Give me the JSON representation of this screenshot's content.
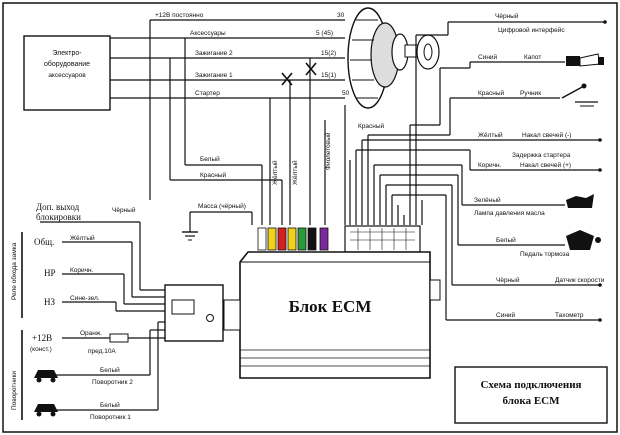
{
  "top": {
    "plus12": "+12В постоянно",
    "accessories": "Аксессуары",
    "ign2": "Зажигание 2",
    "ign1": "Зажигание 1",
    "starter": "Стартер",
    "pin30": "30",
    "pin45": "5 (45)",
    "pin15_2": "15(2)",
    "pin15_1": "15(1)",
    "pin50": "50"
  },
  "electro": {
    "line1": "Электро-",
    "line2": "оборудование",
    "line3": "аксессуаров"
  },
  "vertical": {
    "yellow1": "Жёлтый",
    "yellow2": "Жёлтый",
    "violet": "Фиолетовый",
    "red": "Красный"
  },
  "mid": {
    "white": "Белый",
    "red": "Красный",
    "ground": "Масса (чёрный)"
  },
  "right": {
    "black_digital": "Чёрный",
    "digital_iface": "Цифровой интерфейс",
    "blue1": "Синий",
    "hood": "Капот",
    "red_hand": "Красный",
    "handbrake": "Ручник",
    "yellow_cand": "Жёлтый",
    "candles_minus": "Накал свечей (-)",
    "starter_delay": "Задержка стартера",
    "brown": "Коричн.",
    "candles_plus": "Накал свечей (+)",
    "green": "Зелёный",
    "oil_lamp": "Лампа давления масла",
    "white_brake": "Белый",
    "brake_pedal": "Педаль тормоза",
    "black_speed": "Чёрный",
    "speed_sensor": "Датчик скорости",
    "blue_tacho": "Синий",
    "tacho": "Тахометр"
  },
  "left": {
    "extra_out": "Доп. выход",
    "block": "блокировки",
    "black": "Чёрный",
    "relay_title": "Реле обхода замка",
    "common": "Общ.",
    "yellow": "Жёлтый",
    "no": "НР",
    "brown": "Коричн.",
    "nc": "НЗ",
    "bluegreen": "Сине-зел.",
    "plus12b": "+12В",
    "constant": "(конст.)",
    "orange": "Оранж.",
    "fuse": "пред.10А",
    "turn_title": "Поворотники",
    "white2": "Белый",
    "turn2": "Поворотник 2",
    "white1": "Белый",
    "turn1": "Поворотник 1"
  },
  "ecm": {
    "title": "Блок ECM"
  },
  "caption": {
    "line1": "Схема подключения",
    "line2": "блока ECM"
  },
  "colors": {
    "white_wire": "#ffffff",
    "yellow_wire": "#f2d21b",
    "red_wire": "#d62020",
    "green_wire": "#2a9a3a",
    "black_wire": "#111111",
    "violet_wire": "#7a2a9a"
  }
}
